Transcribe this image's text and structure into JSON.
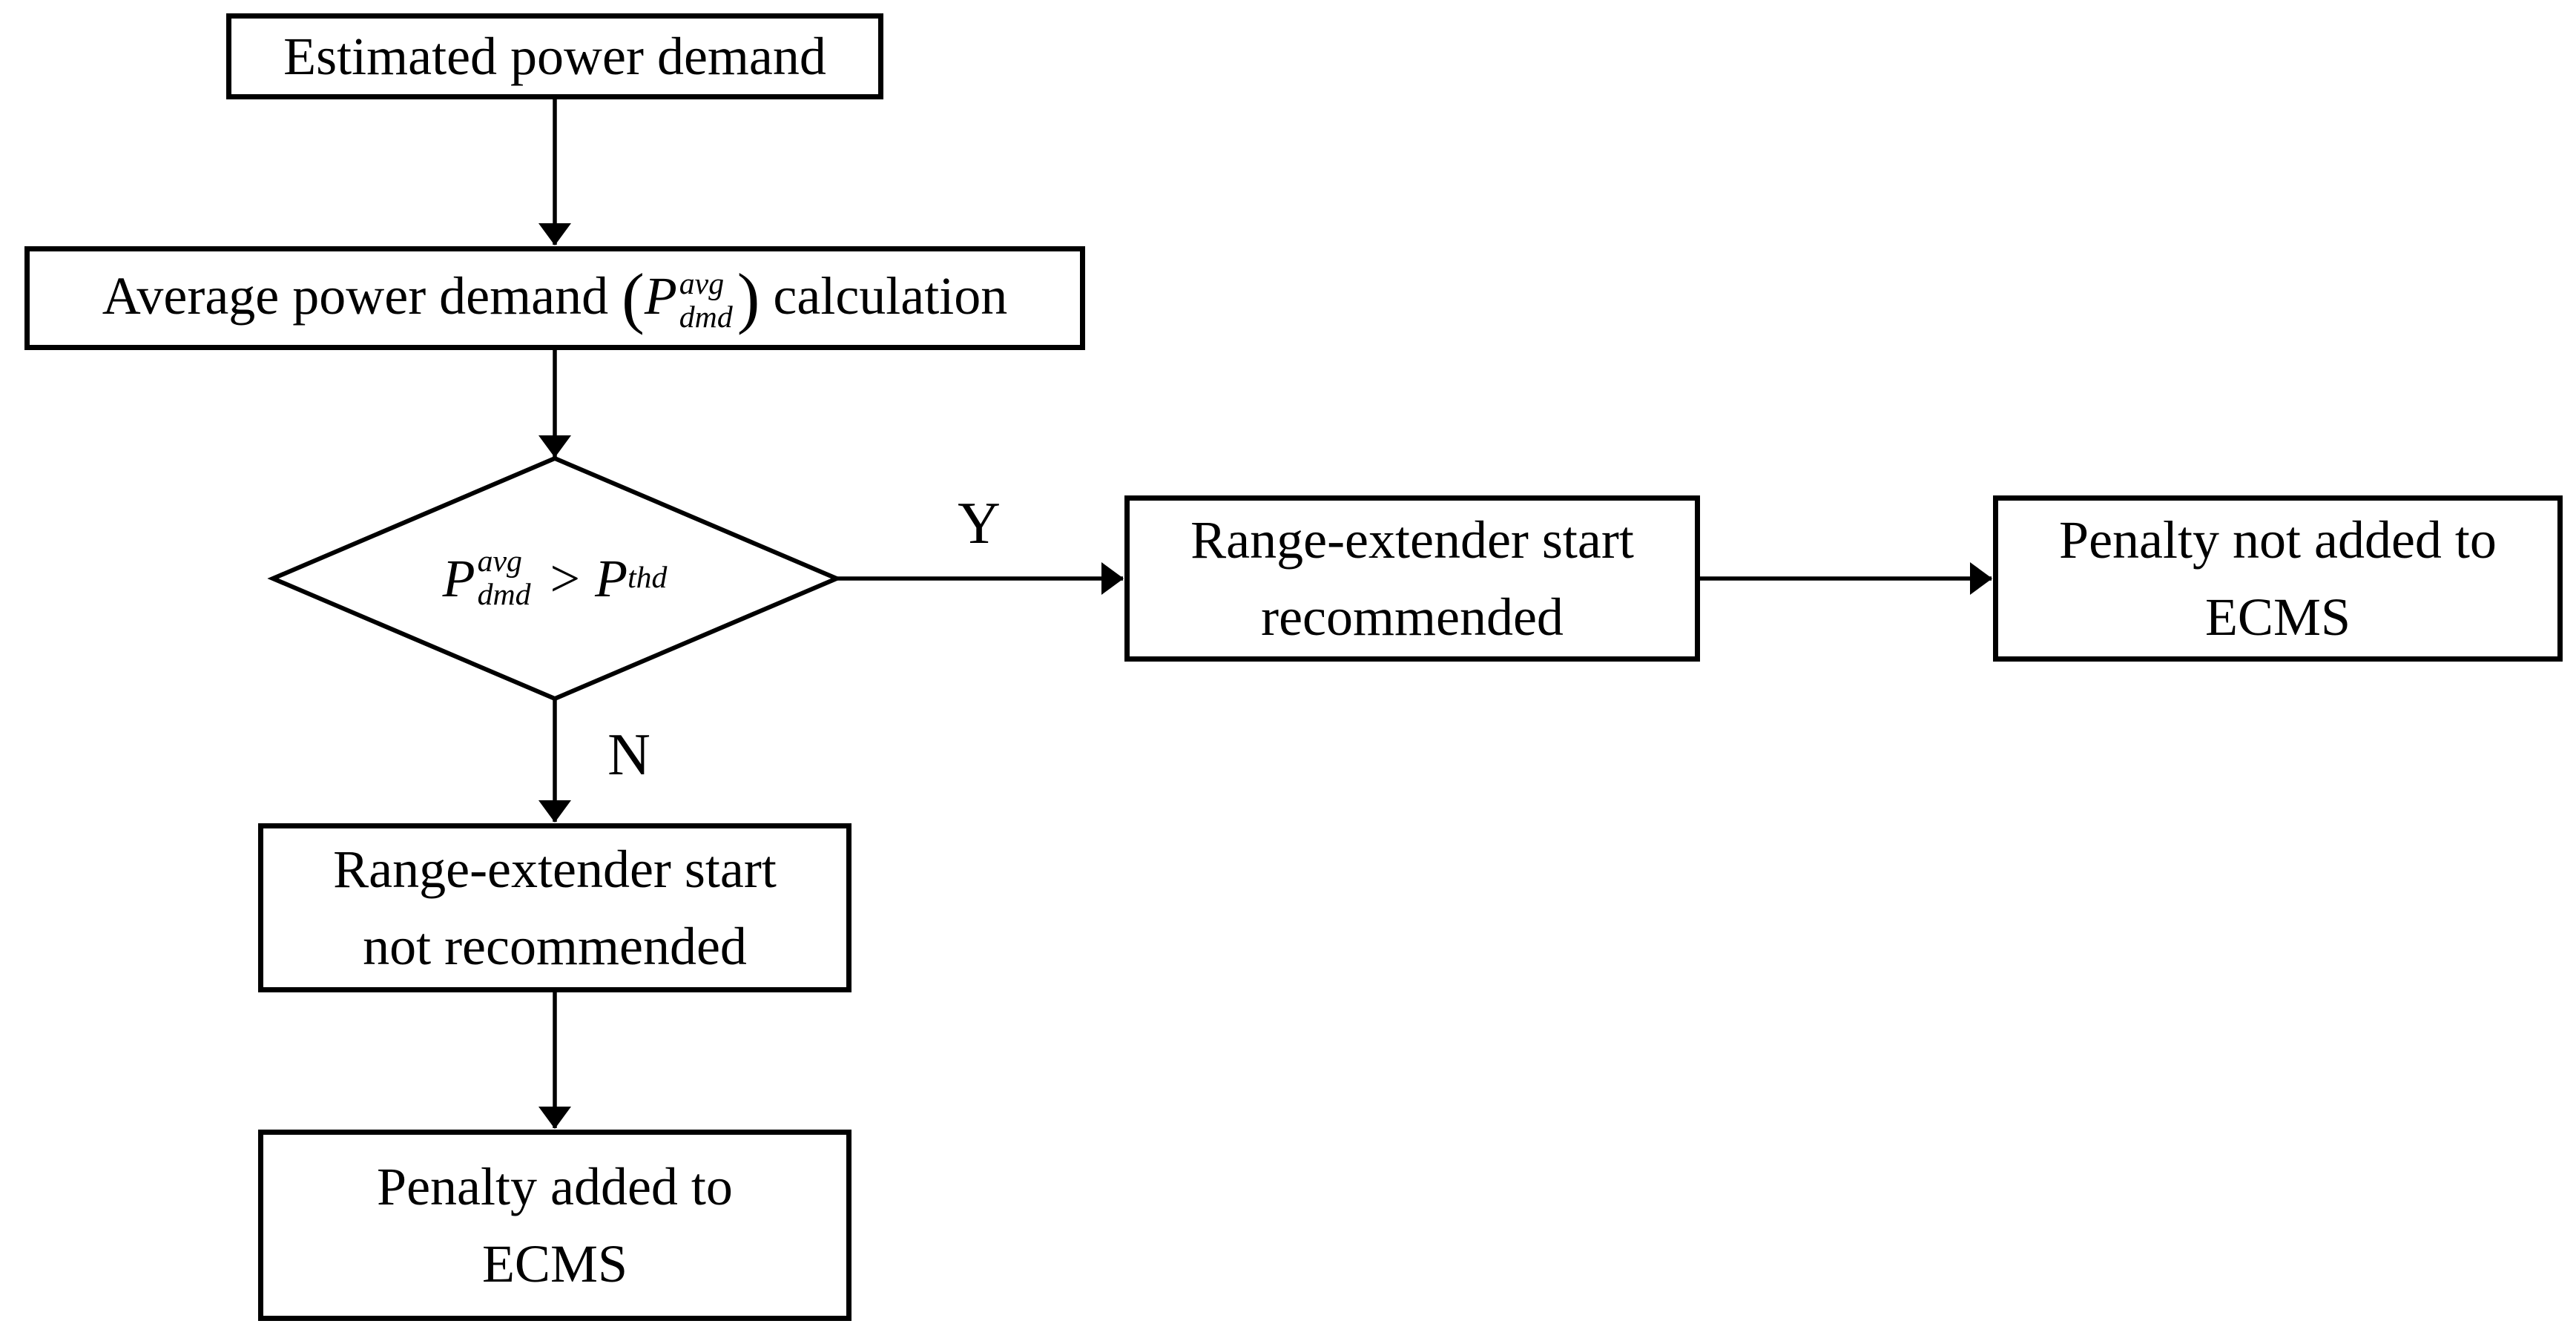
{
  "flowchart": {
    "nodes": {
      "estimated": {
        "label": "Estimated power demand"
      },
      "average": {
        "prefix": "Average power demand ",
        "open_paren": "(",
        "var_base": "P",
        "var_sup": "avg",
        "var_sub": "dmd",
        "close_paren": ")",
        "suffix": " calculation"
      },
      "decision": {
        "lhs_base": "P",
        "lhs_sup": "avg",
        "lhs_sub": "dmd",
        "op": ">",
        "rhs_base": "P",
        "rhs_sub": "thd"
      },
      "recommended": {
        "line1": "Range-extender start",
        "line2": "recommended"
      },
      "penalty_not_added": {
        "line1": "Penalty not added to",
        "line2": "ECMS"
      },
      "not_recommended": {
        "line1": "Range-extender start",
        "line2": "not recommended"
      },
      "penalty_added": {
        "line1": "Penalty added to",
        "line2": "ECMS"
      }
    },
    "edges": {
      "yes_label": "Y",
      "no_label": "N"
    },
    "colors": {
      "stroke": "#000000",
      "background": "#ffffff",
      "text": "#000000"
    }
  }
}
